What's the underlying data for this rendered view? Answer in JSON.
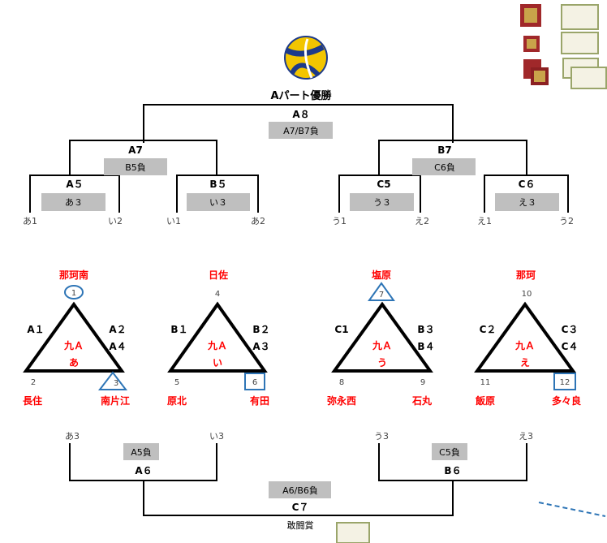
{
  "title": "Aパート優勝",
  "top_bracket": {
    "final": {
      "label": "A８",
      "note": "A7/B7負"
    },
    "semis": [
      {
        "label": "A7",
        "note": "B5負"
      },
      {
        "label": "B7",
        "note": "C6負"
      }
    ],
    "quarters": [
      {
        "label": "A５",
        "note": "あ３",
        "left": "あ1",
        "right": "い2"
      },
      {
        "label": "B５",
        "note": "い３",
        "left": "い1",
        "right": "あ2"
      },
      {
        "label": "C5",
        "note": "う３",
        "left": "う1",
        "right": "え2"
      },
      {
        "label": "C６",
        "note": "え３",
        "left": "え1",
        "right": "う2"
      }
    ]
  },
  "groups": [
    {
      "name": "九Ａ",
      "letter": "あ",
      "top_team": "那珂南",
      "top_num": "1",
      "bl_team": "長住",
      "bl_num": "2",
      "br_team": "南片江",
      "br_num": "3",
      "left_matches": [
        "A１"
      ],
      "right_matches": [
        "A２",
        "A４"
      ]
    },
    {
      "name": "九Ａ",
      "letter": "い",
      "top_team": "日佐",
      "top_num": "4",
      "bl_team": "原北",
      "bl_num": "5",
      "br_team": "有田",
      "br_num": "6",
      "left_matches": [
        "B１"
      ],
      "right_matches": [
        "B２",
        "A３"
      ]
    },
    {
      "name": "九Ａ",
      "letter": "う",
      "top_team": "塩原",
      "top_num": "7",
      "bl_team": "弥永西",
      "bl_num": "8",
      "br_team": "石丸",
      "br_num": "9",
      "left_matches": [
        "C1"
      ],
      "right_matches": [
        "B３",
        "B４"
      ]
    },
    {
      "name": "九Ａ",
      "letter": "え",
      "top_team": "那珂",
      "top_num": "10",
      "bl_team": "飯原",
      "bl_num": "11",
      "br_team": "多々良",
      "br_num": "12",
      "left_matches": [
        "C２"
      ],
      "right_matches": [
        "C３",
        "C４"
      ]
    }
  ],
  "bottom_bracket": {
    "left": {
      "label": "A６",
      "note": "A5負",
      "left": "あ3",
      "right": "い3"
    },
    "right": {
      "label": "B６",
      "note": "C5負",
      "left": "う3",
      "right": "え3"
    },
    "final": {
      "label": "C７",
      "note": "A6/B6負",
      "prize": "敢闘賞"
    }
  },
  "colors": {
    "team_red": "#ff0000",
    "marker_blue": "#2e75b6",
    "note_grey": "#bfbfbf",
    "line": "#000000"
  }
}
